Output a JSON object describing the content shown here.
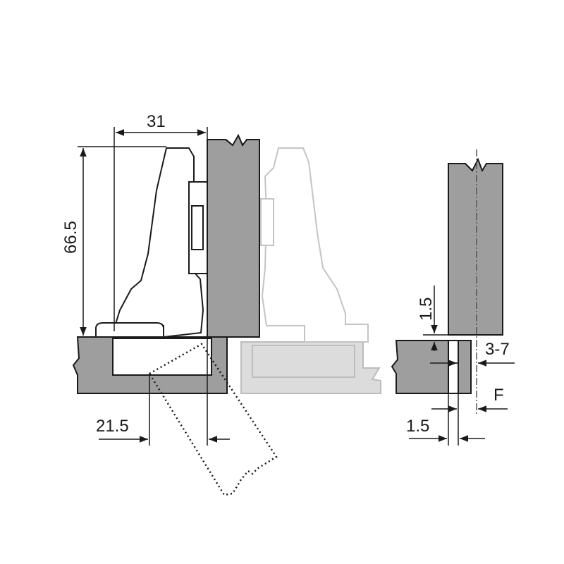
{
  "dimensions": {
    "width_overall": "31",
    "height_hinge": "66.5",
    "offset_drill": "21.5",
    "gap_top": "1.5",
    "overlay": "3-7",
    "face_frame": "F",
    "edge_gap": "1.5"
  },
  "colors": {
    "panel": "#9e9e9e",
    "panel_ghost": "#dcdcdc",
    "stroke": "#1a1a1a"
  }
}
